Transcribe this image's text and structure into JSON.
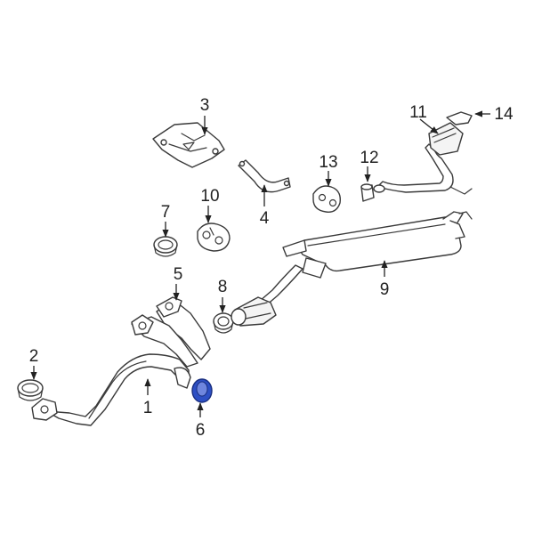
{
  "diagram": {
    "highlight_color": "#2d4fc4",
    "callouts": [
      {
        "key": "1",
        "label": "1"
      },
      {
        "key": "2",
        "label": "2"
      },
      {
        "key": "3",
        "label": "3"
      },
      {
        "key": "4",
        "label": "4"
      },
      {
        "key": "5",
        "label": "5"
      },
      {
        "key": "6",
        "label": "6",
        "highlighted": true
      },
      {
        "key": "7",
        "label": "7"
      },
      {
        "key": "8",
        "label": "8"
      },
      {
        "key": "9",
        "label": "9"
      },
      {
        "key": "10",
        "label": "10"
      },
      {
        "key": "11",
        "label": "11"
      },
      {
        "key": "12",
        "label": "12"
      },
      {
        "key": "13",
        "label": "13"
      },
      {
        "key": "14",
        "label": "14"
      }
    ]
  }
}
